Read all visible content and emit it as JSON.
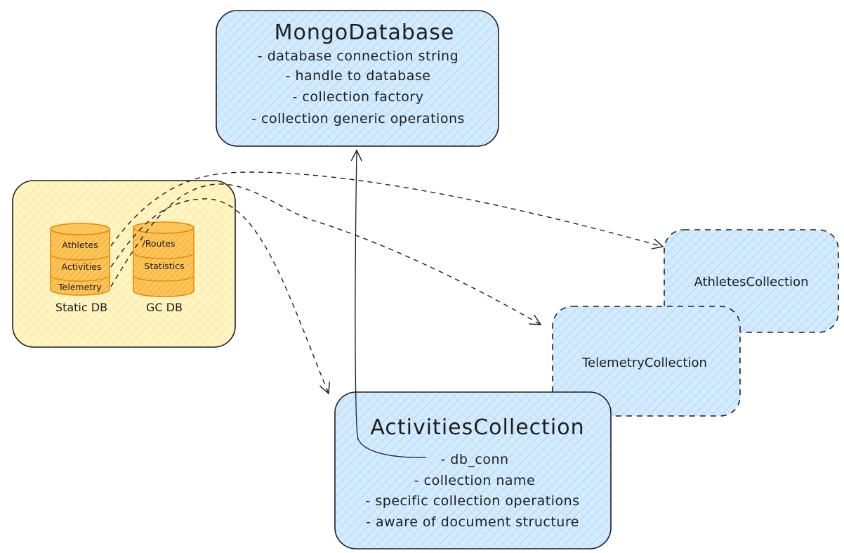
{
  "mongo": {
    "title": "MongoDatabase",
    "items": [
      "- database connection string",
      "- handle to database",
      "- collection factory",
      "- collection generic operations"
    ]
  },
  "static_group": {
    "static_db": {
      "label": "Static DB",
      "collections": [
        "Athletes",
        "Activities",
        "Telemetry"
      ]
    },
    "gc_db": {
      "label": "GC DB",
      "collections": [
        "/Routes",
        "Statistics"
      ]
    }
  },
  "athletes_collection": {
    "label": "AthletesCollection"
  },
  "telemetry_collection": {
    "label": "TelemetryCollection"
  },
  "activities_collection": {
    "title": "ActivitiesCollection",
    "items": [
      "- db_conn",
      "- collection name",
      "- specific collection operations",
      "- aware of document structure"
    ]
  },
  "colors": {
    "blue_fill": "#d4e9fb",
    "blue_hatch": "#a5d8ff",
    "yellow_fill": "#fff3bf",
    "yellow_hatch": "#ffe066",
    "cylinder": "#f6b73c",
    "cylinder_stroke": "#e8890c",
    "stroke": "#1e1e1e"
  }
}
